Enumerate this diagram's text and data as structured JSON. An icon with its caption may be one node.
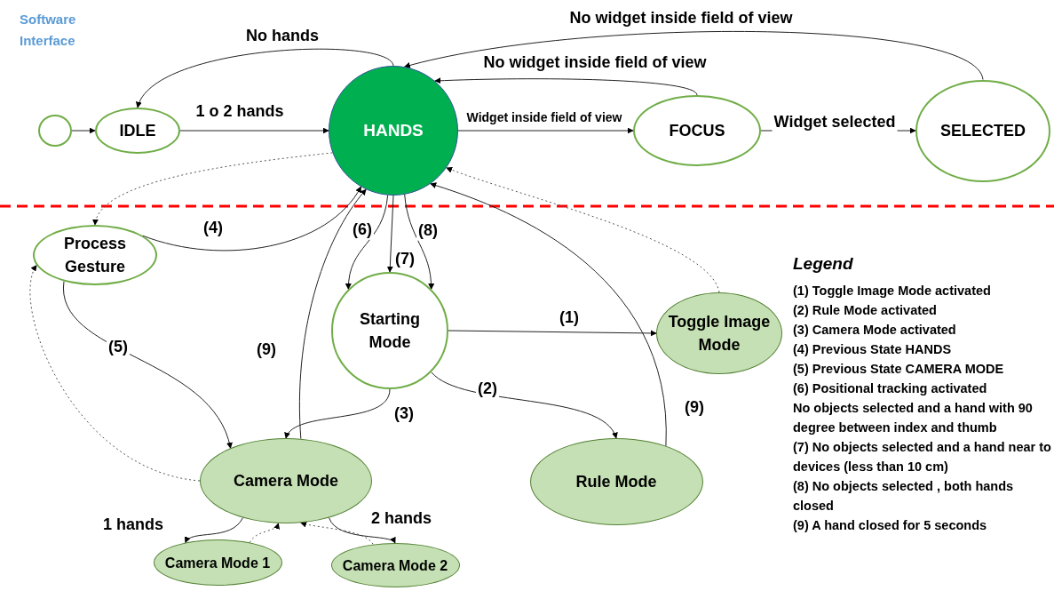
{
  "diagram": {
    "nodes": [
      {
        "text": [],
        "shape": "circle"
      },
      {
        "text": [
          "IDLE"
        ]
      },
      {
        "text": [
          "HANDS"
        ]
      },
      {
        "text": [
          "FOCUS"
        ]
      },
      {
        "text": [
          "SELECTED"
        ]
      },
      {
        "text": [
          "Process Gesture"
        ]
      },
      {
        "text": [
          "Starting Mode"
        ]
      },
      {
        "text": [
          "Toggle Image Mode"
        ]
      },
      {
        "text": [
          "Camera Mode"
        ]
      },
      {
        "text": [
          "Rule Mode"
        ]
      },
      {
        "text": [
          "Camera Mode 1"
        ]
      },
      {
        "text": [
          "Camera Mode 2"
        ]
      }
    ],
    "edges": [
      {
        "from": 0,
        "to": 1,
        "arrow": "to"
      },
      {
        "from": 1,
        "to": 2,
        "arrow": "to",
        "label": "1 o 2 hands"
      },
      {
        "from": 2,
        "to": 1,
        "arrow": "to",
        "label": "No hands"
      },
      {
        "from": 2,
        "to": 3,
        "arrow": "to",
        "label": "Widget inside field of view"
      },
      {
        "from": 3,
        "to": 4,
        "arrow": "to",
        "label": "Widget selected"
      },
      {
        "from": 3,
        "to": 2,
        "arrow": "to",
        "label": "No widget inside field of view"
      },
      {
        "from": 4,
        "to": 2,
        "arrow": "to",
        "label": "No widget inside field of view"
      },
      {
        "from": 2,
        "to": 5,
        "arrow": "to",
        "style": "dashed"
      },
      {
        "from": 5,
        "to": 2,
        "arrow": "to",
        "label": "(4)"
      },
      {
        "from": 2,
        "to": 6,
        "arrow": "to",
        "label": "(6)"
      },
      {
        "from": 2,
        "to": 6,
        "arrow": "to",
        "label": "(7)"
      },
      {
        "from": 2,
        "to": 6,
        "arrow": "to",
        "label": "(8)"
      },
      {
        "from": 6,
        "to": 7,
        "arrow": "to",
        "label": "(1)"
      },
      {
        "from": 6,
        "to": 9,
        "arrow": "to",
        "label": "(2)"
      },
      {
        "from": 6,
        "to": 8,
        "arrow": "to",
        "label": "(3)"
      },
      {
        "from": 5,
        "to": 8,
        "arrow": "to",
        "label": "(5)"
      },
      {
        "from": 8,
        "to": 2,
        "arrow": "to",
        "label": "(9)"
      },
      {
        "from": 9,
        "to": 2,
        "arrow": "to",
        "label": "(9)"
      },
      {
        "from": 7,
        "to": 2,
        "arrow": "to",
        "style": "dashed"
      },
      {
        "from": 8,
        "to": 5,
        "arrow": "to",
        "style": "dashed"
      },
      {
        "from": 8,
        "to": 10,
        "arrow": "to",
        "label": "1 hands"
      },
      {
        "from": 8,
        "to": 11,
        "arrow": "to",
        "label": "2 hands"
      },
      {
        "from": 10,
        "to": 8,
        "arrow": "to",
        "style": "dashed"
      },
      {
        "from": 11,
        "to": 8,
        "arrow": "to",
        "style": "dashed"
      }
    ],
    "labels": [
      "Software Interface",
      "Legend",
      "(1) Toggle Image Mode activated",
      "(2) Rule Mode activated",
      "(3) Camera Mode activated",
      "(4) Previous State HANDS",
      "(5) Previous State CAMERA MODE",
      "(6) Positional tracking activated",
      "No objects selected and a hand with 90 degree between index and thumb",
      "(7) No objects selected and a hand near to devices (less than 10 cm)",
      "(8) No objects selected , both hands closed",
      "(9) A hand closed for 5 seconds"
    ]
  }
}
